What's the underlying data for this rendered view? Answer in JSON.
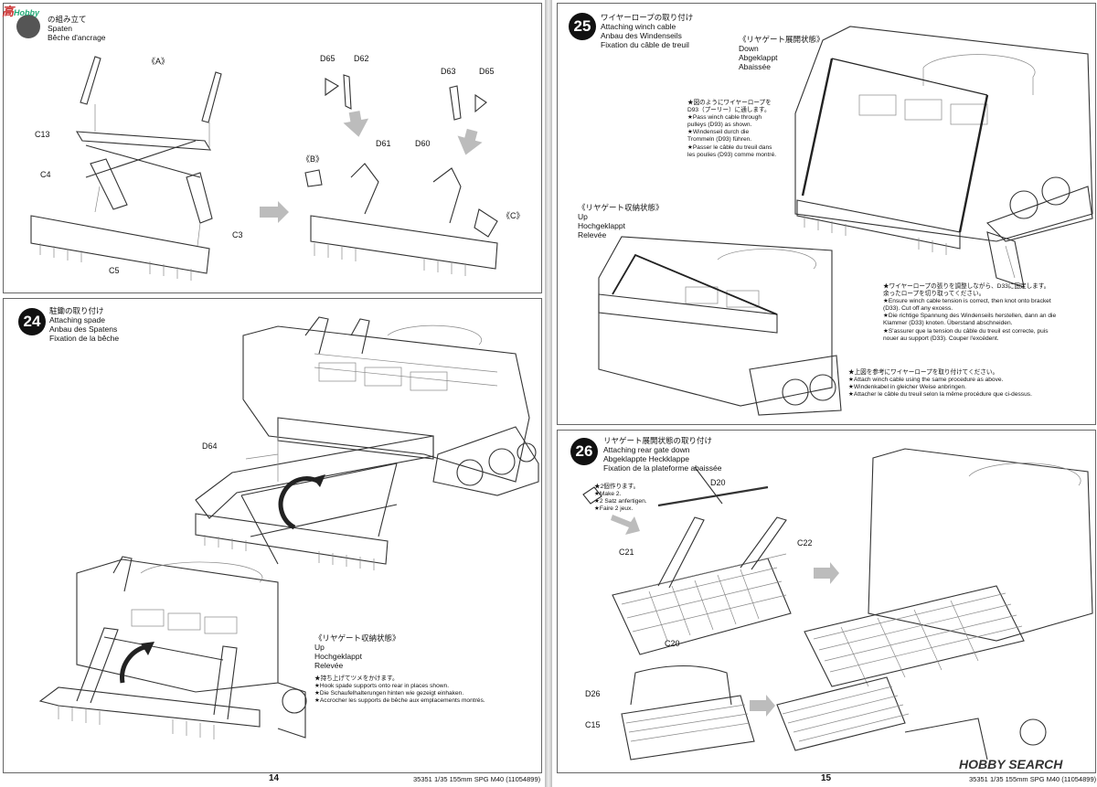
{
  "left_page": {
    "page_number": "14",
    "footer": "35351  1/35 155mm SPG M40 (11054899)",
    "step23": {
      "titles": [
        "の組み立て",
        "Spaten",
        "Bêche d'ancrage"
      ],
      "part_labels": {
        "A": "《A》",
        "B": "《B》",
        "C": "《C》",
        "C13": "C13",
        "C4": "C4",
        "C3": "C3",
        "C5": "C5",
        "D65a": "D65",
        "D62": "D62",
        "D61": "D61",
        "D60": "D60",
        "D63": "D63",
        "D65b": "D65"
      }
    },
    "step24": {
      "number": "24",
      "titles": [
        "駐鋤の取り付け",
        "Attaching spade",
        "Anbau des Spatens",
        "Fixation de la bêche"
      ],
      "part_labels": {
        "D64": "D64"
      },
      "stowed_titles": [
        "《リヤゲート収納状態》",
        "Up",
        "Hochgeklappt",
        "Relevée"
      ],
      "notes": [
        "★持ち上げてツメをかけます。",
        "★Hook spade supports onto rear in places shown.",
        "★Die Schaufelhalterungen hinten wie gezeigt einhaken.",
        "★Accrocher les supports de bêche aux emplacements montrés."
      ]
    }
  },
  "watermark": {
    "prefix": "高",
    "site": "Hobby"
  },
  "right_page": {
    "page_number": "15",
    "footer": "35351  1/35 155mm SPG M40 (11054899)",
    "step25": {
      "number": "25",
      "titles": [
        "ワイヤーロープの取り付け",
        "Attaching winch cable",
        "Anbau des Windenseils",
        "Fixation du câble de treuil"
      ],
      "down_titles": [
        "《リヤゲート展開状態》",
        "Down",
        "Abgeklappt",
        "Abaissée"
      ],
      "up_titles": [
        "《リヤゲート収納状態》",
        "Up",
        "Hochgeklappt",
        "Relevée"
      ],
      "note1": [
        "★図のようにワイヤーロープを",
        "D93（プーリー）に通します。",
        "★Pass  winch  cable  through",
        "pulleys (D93) as shown.",
        "★Windenseil   durch   die",
        "Trommeln (D93) führen.",
        "★Passer le câble du treuil dans",
        "les poulies (D93) comme montré."
      ],
      "note2": [
        "★ワイヤーロープの張りを調整しながら、D33に固定します。",
        "余ったロープを切り取ってください。",
        "★Ensure winch cable tension is correct, then knot onto bracket",
        "(D33). Cut off any excess.",
        "★Die richtige Spannung des Windenseils herstellen, dann an die",
        "Klammer (D33) knoten. Überstand abschneiden.",
        "★S'assurer que la tension du câble du treuil est correcte, puis",
        "nouer au support (D33). Couper l'excédent."
      ],
      "note3": [
        "★上図を参考にワイヤーロープを取り付けてください。",
        "★Attach winch cable using the same procedure as above.",
        "★Windenkabel in gleicher Weise anbringen.",
        "★Attacher le câble du treuil selon la même procédure que ci-dessus."
      ]
    },
    "step26": {
      "number": "26",
      "titles": [
        "リヤゲート展開状態の取り付け",
        "Attaching rear gate down",
        "Abgeklappte Heckklappe",
        "Fixation de la plateforme abaissée"
      ],
      "make_note": [
        "★2個作ります。",
        "★Make 2.",
        "★2 Satz anfertigen.",
        "★Faire 2 jeux."
      ],
      "part_labels": {
        "D20": "D20",
        "C21": "C21",
        "C22": "C22",
        "C20": "C20",
        "D26": "D26",
        "C15": "C15"
      }
    },
    "logo": "HOBBY SEARCH"
  }
}
